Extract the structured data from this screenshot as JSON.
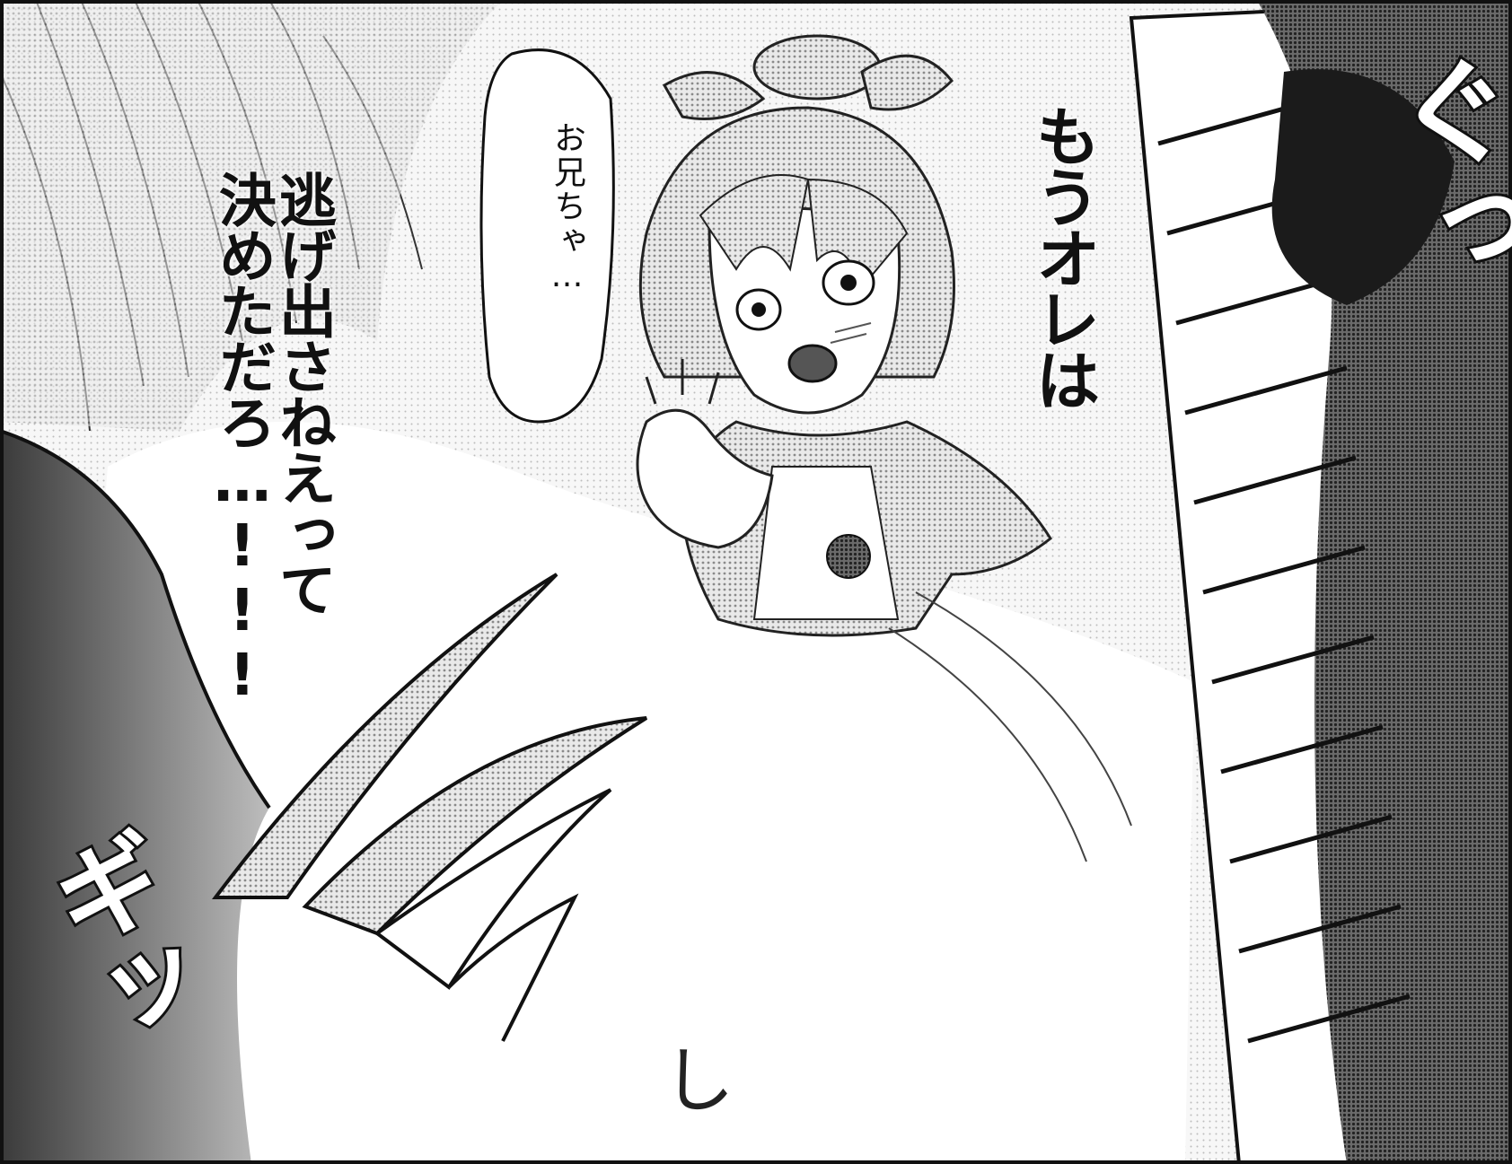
{
  "page": {
    "type": "manga-panel",
    "colors": {
      "ink": "#111111",
      "screentone": "#8a8a8a",
      "paper": "#ffffff"
    }
  },
  "dialogue": {
    "main": "逃げ出さねえって\n決めただろ…!!!",
    "top": "もうオレは",
    "bubble": "お兄ちゃ…"
  },
  "sfx": {
    "right": "ぐっ",
    "left": "ギッ",
    "small": "し"
  }
}
